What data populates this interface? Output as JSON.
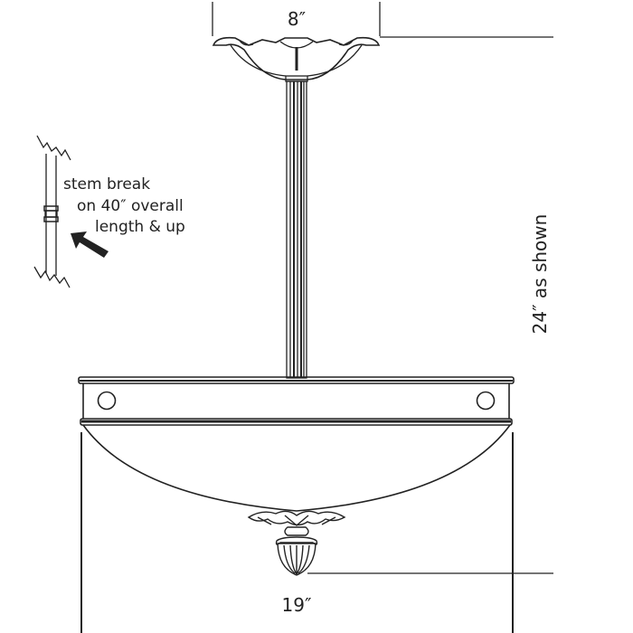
{
  "dimensions": {
    "canopy_width": "8″",
    "overall_width": "19″",
    "overall_height": "24″ as shown"
  },
  "stem_break_note": {
    "line1": "stem break",
    "line2": "on 40″ overall",
    "line3": "length & up"
  },
  "colors": {
    "line": "#222222",
    "background": "#ffffff"
  }
}
